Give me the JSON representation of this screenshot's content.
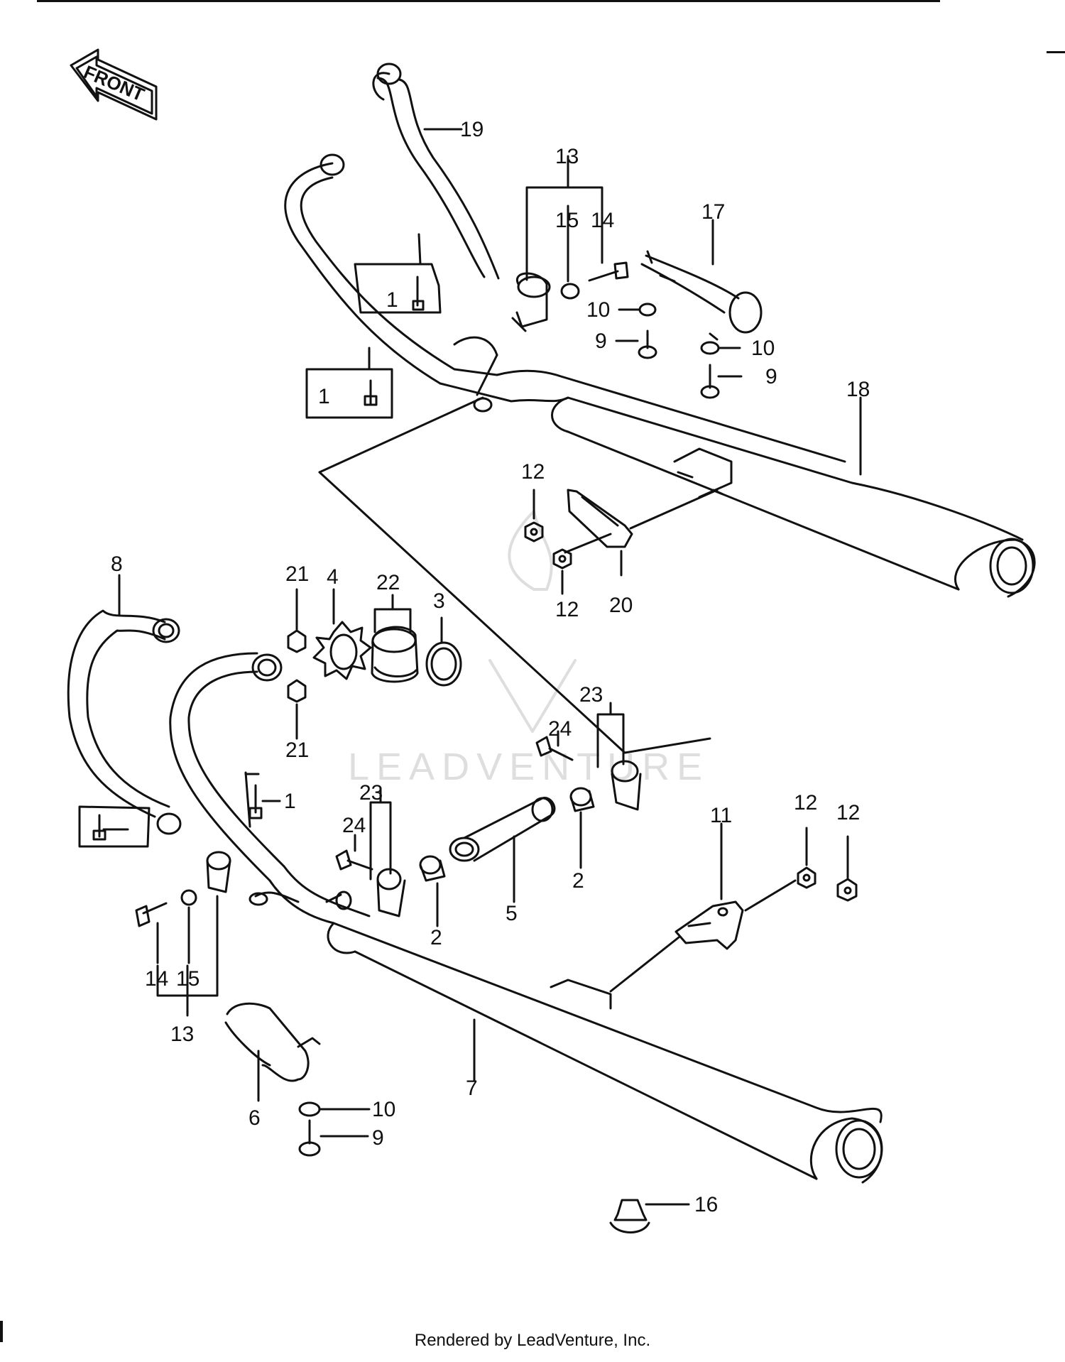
{
  "front_label": "FRONT",
  "watermark": "LEADVENTURE",
  "footer": "Rendered by LeadVenture, Inc.",
  "callouts": {
    "p1a": "1",
    "p1b": "1",
    "p1c": "1",
    "p2a": "2",
    "p2b": "2",
    "p3": "3",
    "p4": "4",
    "p5": "5",
    "p6": "6",
    "p7": "7",
    "p8": "8",
    "p9a": "9",
    "p9b": "9",
    "p9c": "9",
    "p10a": "10",
    "p10b": "10",
    "p10c": "10",
    "p11": "11",
    "p12a": "12",
    "p12b": "12",
    "p12c": "12",
    "p12d": "12",
    "p13a": "13",
    "p13b": "13",
    "p14a": "14",
    "p14b": "14",
    "p15a": "15",
    "p15b": "15",
    "p16": "16",
    "p17": "17",
    "p18": "18",
    "p19": "19",
    "p20": "20",
    "p21a": "21",
    "p21b": "21",
    "p22": "22",
    "p23a": "23",
    "p23b": "23",
    "p24a": "24",
    "p24b": "24"
  }
}
